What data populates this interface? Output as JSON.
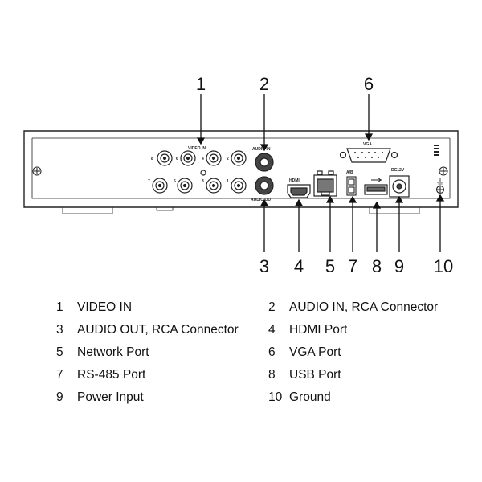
{
  "callouts": [
    "1",
    "2",
    "3",
    "4",
    "5",
    "6",
    "7",
    "8",
    "9",
    "10"
  ],
  "panel_labels": {
    "video_in": "VIDEO IN",
    "audio_in": "AUDIO IN",
    "audio_out": "AUDIO OUT",
    "hdmi": "HDMI",
    "vga": "VGA",
    "rs485": "A/B",
    "power": "DC12V",
    "channels_top": [
      "8",
      "6",
      "4",
      "2"
    ],
    "channels_bottom": [
      "7",
      "5",
      "3",
      "1"
    ]
  },
  "legend": [
    {
      "num": "1",
      "label": "VIDEO IN"
    },
    {
      "num": "2",
      "label": "AUDIO IN, RCA Connector"
    },
    {
      "num": "3",
      "label": "AUDIO OUT, RCA Connector"
    },
    {
      "num": "4",
      "label": "HDMI Port"
    },
    {
      "num": "5",
      "label": "Network Port"
    },
    {
      "num": "6",
      "label": "VGA Port"
    },
    {
      "num": "7",
      "label": "RS-485 Port"
    },
    {
      "num": "8",
      "label": "USB Port"
    },
    {
      "num": "9",
      "label": "Power Input"
    },
    {
      "num": "10",
      "label": "Ground"
    }
  ]
}
